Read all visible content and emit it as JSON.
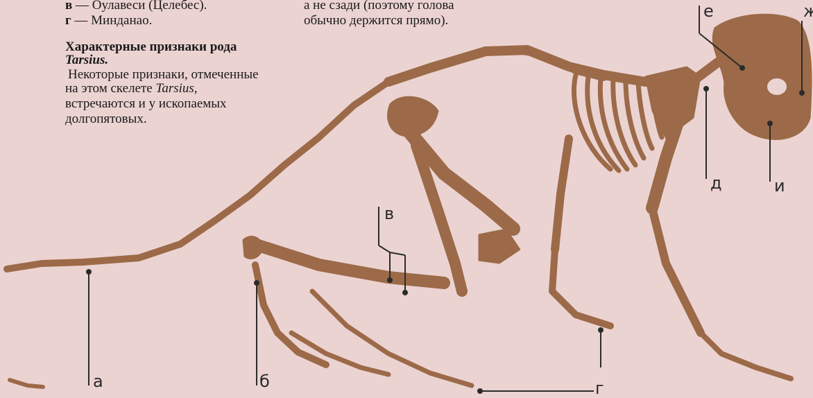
{
  "left_column": {
    "list_v_letter": "в",
    "list_v_text": "— Оулавеси (Целебес).",
    "list_g_letter": "г",
    "list_g_text": "— Минданао.",
    "heading_line1": "Характерные признаки рода",
    "heading_line2": "Tarsius.",
    "para_line1": "Некоторые признаки, отмеченные",
    "para_line2_a": "на этом скелете ",
    "para_line2_b": "Tarsius,",
    "para_line3": "встречаются и у ископаемых",
    "para_line4": "долгопятовых."
  },
  "middle_column": {
    "line1": "а не сзади (поэтому голова",
    "line2": "обычно держится прямо)."
  },
  "callouts": {
    "a": "а",
    "b": "б",
    "v": "в",
    "g": "г",
    "d": "д",
    "e": "е",
    "zh": "ж",
    "i": "и"
  },
  "colors": {
    "background": "#ebd3d2",
    "bone": "#9c6a48",
    "line": "#2b2b2b"
  }
}
